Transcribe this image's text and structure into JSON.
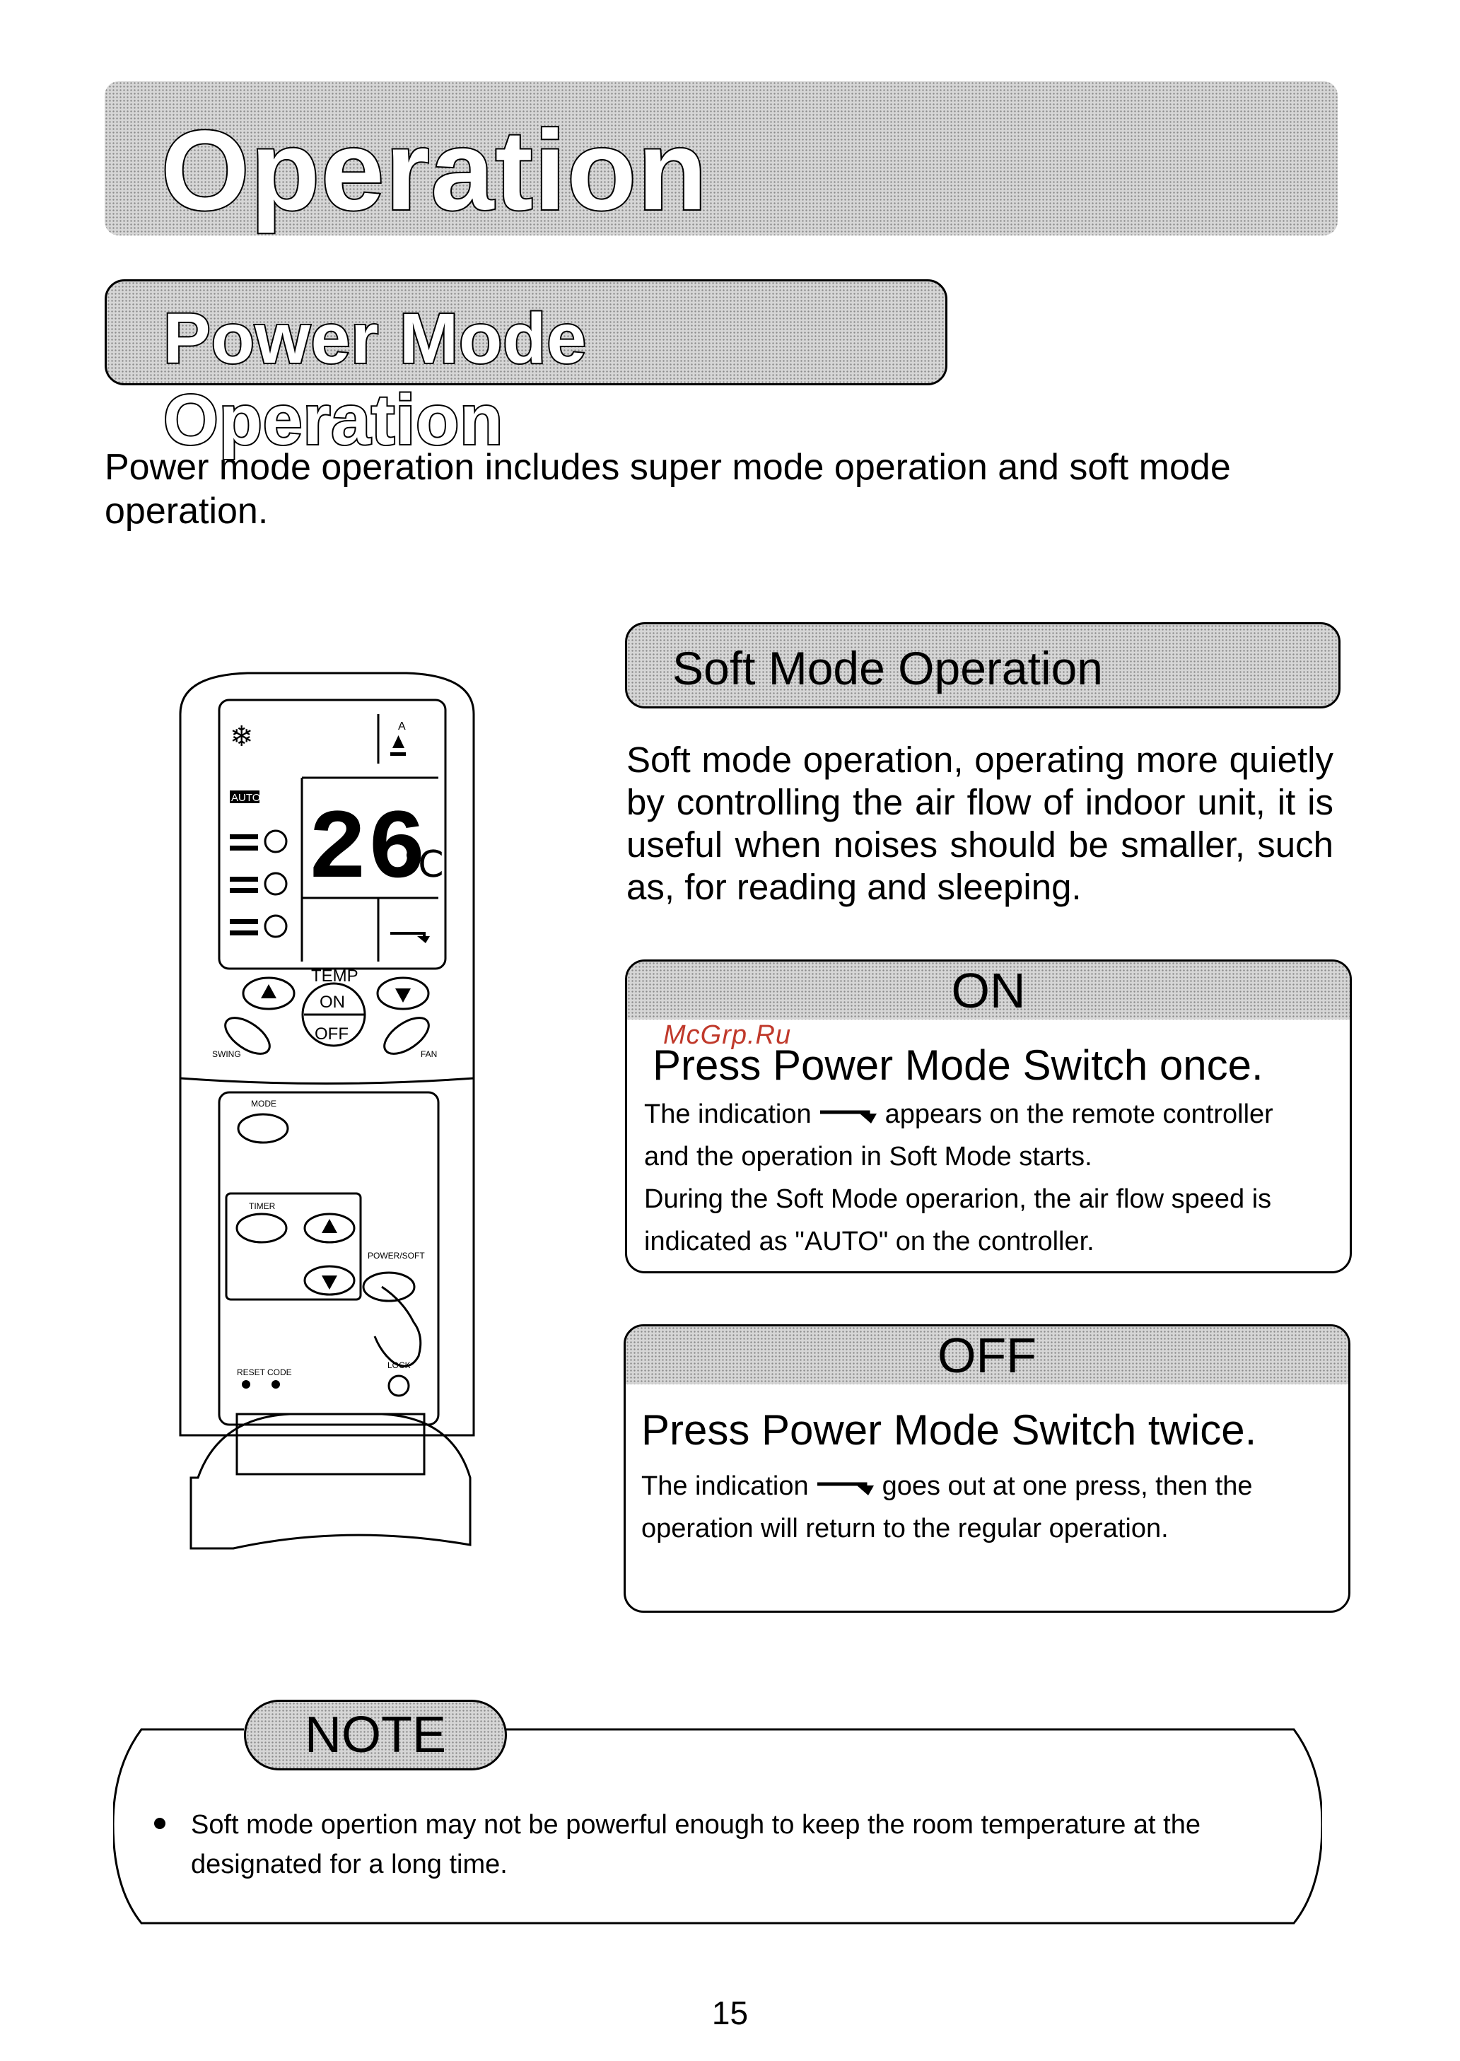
{
  "header": {
    "title": "Operation",
    "subtitle": "Power Mode Operation"
  },
  "intro": "Power mode operation includes super mode  operation and soft mode operation.",
  "remote": {
    "display_temp": "26",
    "display_unit": "℃",
    "auto_label": "AUTO",
    "temp_label": "TEMP",
    "on_label": "ON",
    "off_label": "OFF",
    "swing_label": "SWING",
    "fan_label": "FAN",
    "mode_label": "MODE",
    "timer_label": "TIMER",
    "power_soft_label": "POWER/SOFT",
    "reset_label": "RESET",
    "code_label": "CODE",
    "lock_label": "LOCK"
  },
  "soft_mode": {
    "title": "Soft Mode Operation",
    "description": "Soft mode operation, operating more quietly by controlling the air flow of indoor unit, it is useful when noises should be smaller, such as, for reading and sleeping."
  },
  "on_section": {
    "header": "ON",
    "instruction": "Press Power Mode Switch once.",
    "line1_before": "The indication",
    "line1_after": "appears on the remote controller",
    "line2": "and the operation in Soft Mode starts.",
    "line3": "During the Soft  Mode operarion, the  air  flow  speed  is",
    "line4": "indicated as \"AUTO\" on the controller."
  },
  "off_section": {
    "header": "OFF",
    "instruction": "Press Power Mode Switch twice.",
    "line1_before": "The indication",
    "line1_after": "goes out at  one press, then the",
    "line2": "operation will return  to the regular operation."
  },
  "watermark": "McGrp.Ru",
  "note": {
    "label": "NOTE",
    "text": "Soft mode opertion may not be powerful enough to keep the room temperature at the designated for a long time."
  },
  "page_number": "15"
}
